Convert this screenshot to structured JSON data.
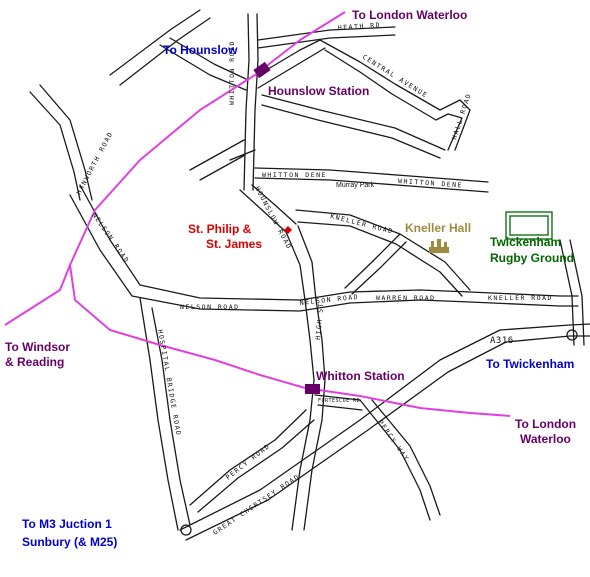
{
  "colors": {
    "destination_text": "#0000cc",
    "station_text": "#660066",
    "church_text": "#dd0000",
    "ground_text": "#006600",
    "kneller_text": "#a08a40",
    "railway": "#e040e0",
    "station_marker": "#660066",
    "roads": "#1a1a1a"
  },
  "labels": {
    "to_london_waterloo_top": "To London Waterloo",
    "to_hounslow": "To Hounslow",
    "hounslow_station": "Hounslow Station",
    "church_line1": "St. Philip &",
    "church_line2": "St. James",
    "kneller_hall": "Kneller Hall",
    "rugby_line1": "Twickenham",
    "rugby_line2": "Rugby Ground",
    "to_windsor_line1": "To Windsor",
    "to_windsor_line2": "& Reading",
    "whitton_station": "Whitton Station",
    "to_twickenham": "To Twickenham",
    "to_london_waterloo_line1": "To London",
    "to_london_waterloo_line2": "Waterloo",
    "to_m3_line1": "To M3 Juction 1",
    "to_m3_line2": "Sunbury (& M25)"
  },
  "roads": {
    "whitton_road": "WHITTON ROAD",
    "hounslow_road": "HOUNSLOW ROAD",
    "high_st": "HIGH ST",
    "hanworth_road": "HANWORTH ROAD",
    "nelson_road": "NELSON ROAD",
    "nelson_road_2": "NELSON ROAD",
    "nelson_road_3": "NELSON ROAD",
    "hospital_bridge_road": "HOSPITAL BRIDGE ROAD",
    "percy_road": "PERCY ROAD",
    "great_chertsey_road": "GREAT CHERTSEY ROAD",
    "whitton_dene": "WHITTON DENE",
    "whitton_dene_2": "WHITTON DENE",
    "kneller_road": "KNELLER ROAD",
    "kneller_road_2": "KNELLER ROAD",
    "warren_road": "WARREN ROAD",
    "central_avenue": "CENTRAL AVENUE",
    "hall_road": "HALL ROAD",
    "heath_rd": "HEATH RD",
    "a316": "A316",
    "murray_park": "Murray Park",
    "percy_way": "PERCY WAY",
    "fortescue_road": "FORTESCUE RD"
  },
  "icons": [
    "church-marker-icon",
    "kneller-hall-building-icon",
    "rugby-ground-outline-icon",
    "station-marker-icon"
  ]
}
